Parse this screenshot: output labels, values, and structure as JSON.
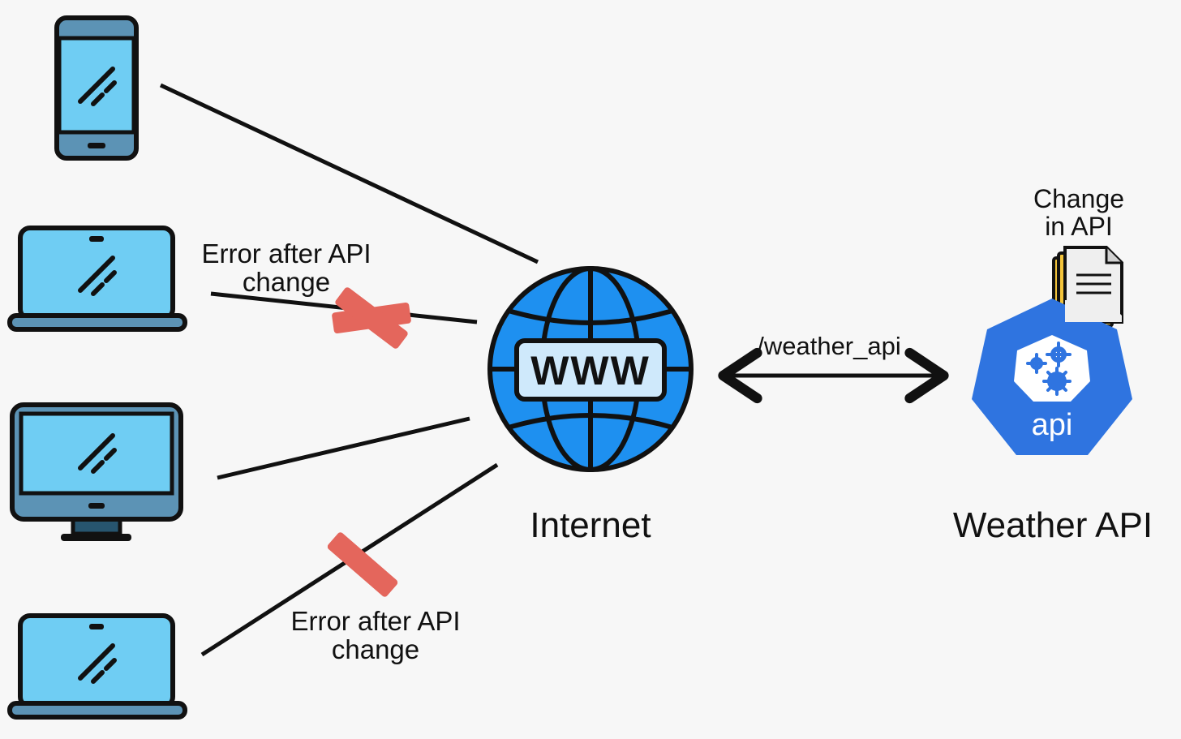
{
  "labels": {
    "error_top_line1": "Error after API",
    "error_top_line2": "change",
    "error_bottom_line1": "Error after API",
    "error_bottom_line2": "change",
    "internet": "Internet",
    "www": "WWW",
    "route": "/weather_api",
    "change_line1": "Change",
    "change_line2": "in API",
    "api_badge": "api",
    "weather_api": "Weather API"
  },
  "icons": {
    "clients": [
      "smartphone-icon",
      "laptop-icon",
      "desktop-monitor-icon",
      "laptop-icon"
    ],
    "internet": "globe-www-icon",
    "api": "api-gears-icon",
    "document": "document-stack-icon",
    "failure": "red-x-icon"
  },
  "connections": [
    {
      "from": "smartphone",
      "to": "internet",
      "status": "ok"
    },
    {
      "from": "laptop-top",
      "to": "internet",
      "status": "error"
    },
    {
      "from": "desktop",
      "to": "internet",
      "status": "ok"
    },
    {
      "from": "laptop-bottom",
      "to": "internet",
      "status": "error"
    },
    {
      "from": "internet",
      "to": "weather-api",
      "status": "bidirectional"
    }
  ],
  "colors": {
    "background": "#f7f7f7",
    "device_screen": "#6fcdf3",
    "device_frame": "#5c93b5",
    "globe": "#1e90f0",
    "api_hex": "#2f74e0",
    "error_x": "#e4665c",
    "stroke": "#111111"
  }
}
